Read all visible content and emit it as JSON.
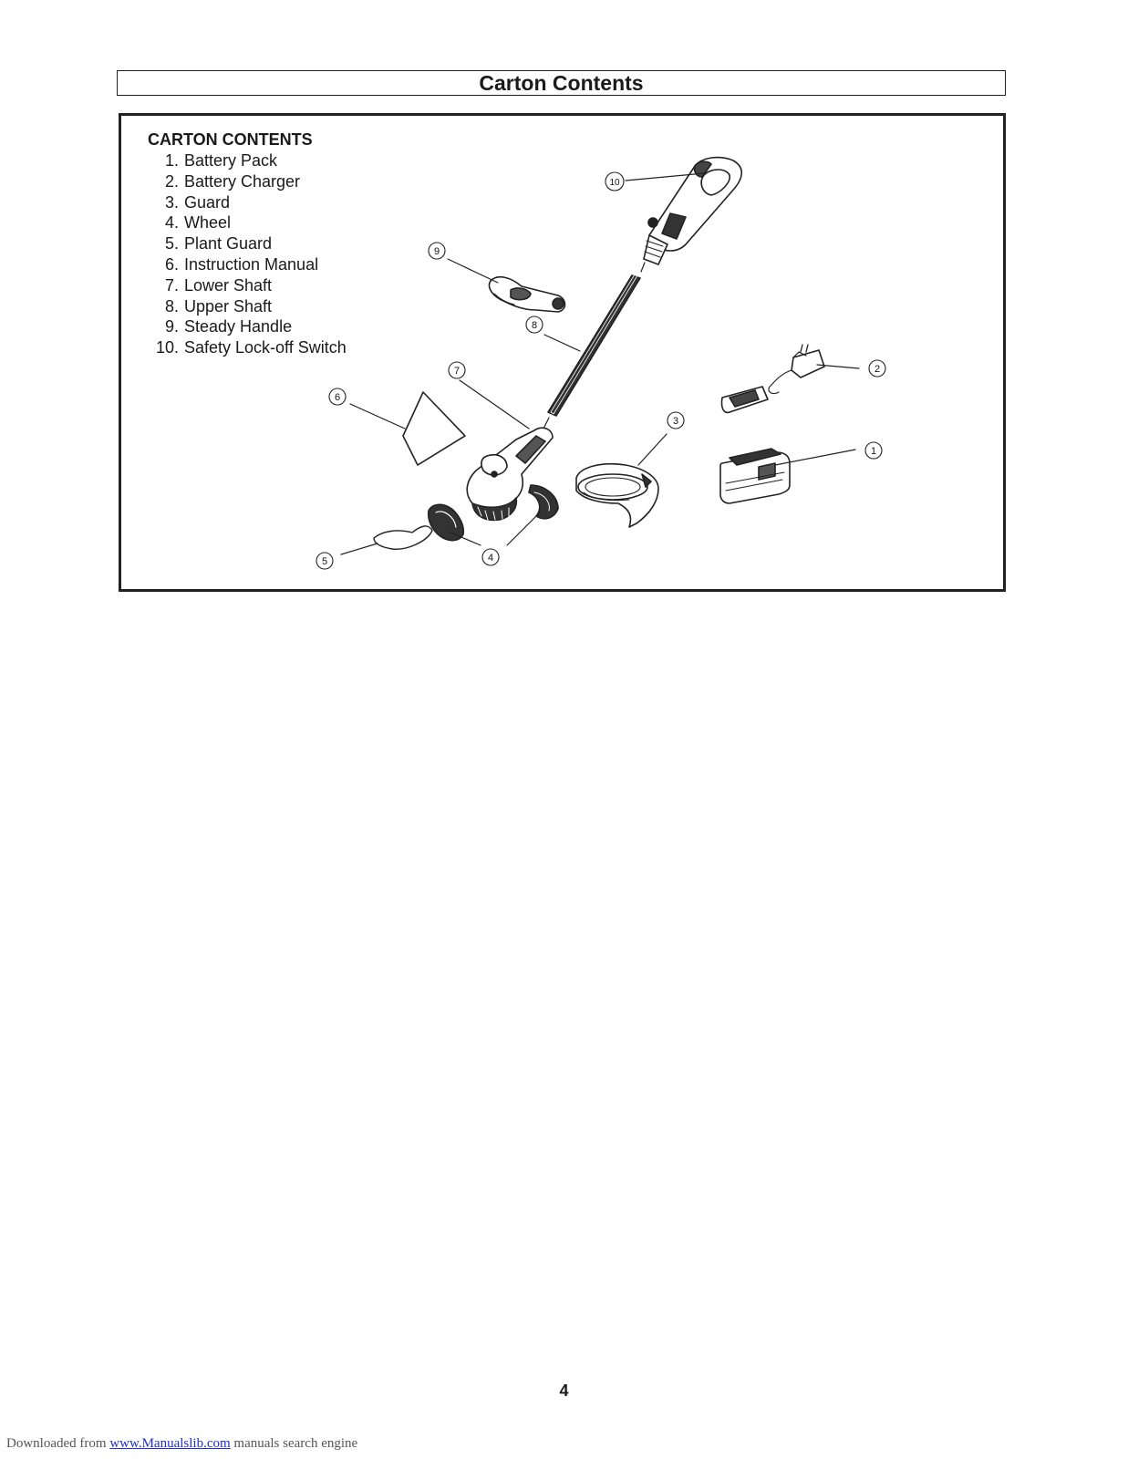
{
  "header": {
    "title": "Carton Contents"
  },
  "contents": {
    "heading": "CARTON CONTENTS",
    "items": [
      {
        "num": "1.",
        "label": "Battery Pack"
      },
      {
        "num": "2.",
        "label": "Battery Charger"
      },
      {
        "num": "3.",
        "label": "Guard"
      },
      {
        "num": "4.",
        "label": "Wheel"
      },
      {
        "num": "5.",
        "label": "Plant Guard"
      },
      {
        "num": "6.",
        "label": "Instruction Manual"
      },
      {
        "num": "7.",
        "label": "Lower Shaft"
      },
      {
        "num": "8.",
        "label": "Upper Shaft"
      },
      {
        "num": "9.",
        "label": "Steady Handle"
      },
      {
        "num": "10.",
        "label": "Safety Lock-off Switch"
      }
    ]
  },
  "diagram": {
    "callouts": [
      "1",
      "2",
      "3",
      "4",
      "5",
      "6",
      "7",
      "8",
      "9",
      "10"
    ]
  },
  "page": {
    "number": "4"
  },
  "footer": {
    "prefix": "Downloaded from ",
    "link_text": "www.Manualslib.com",
    "suffix": " manuals search engine"
  }
}
